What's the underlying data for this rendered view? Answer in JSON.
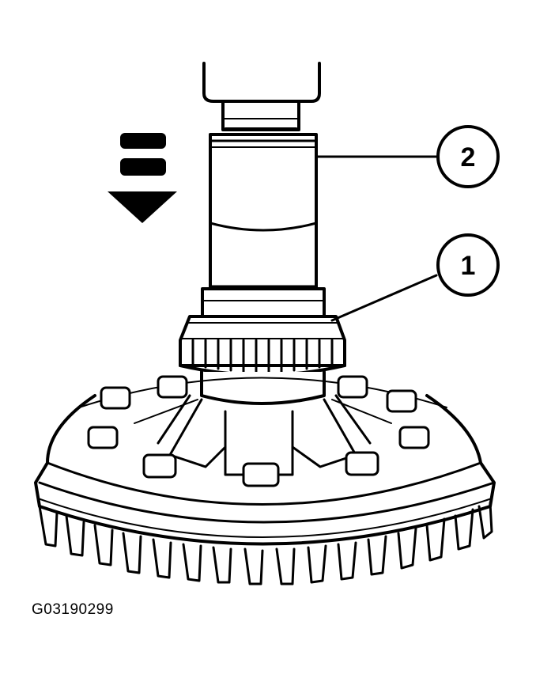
{
  "figure": {
    "code": "G03190299"
  },
  "callouts": [
    {
      "label": "1"
    },
    {
      "label": "2"
    }
  ],
  "colors": {
    "ink": "#000000",
    "paper": "#ffffff"
  },
  "icons": {
    "press_direction": "down-arrow-icon"
  }
}
